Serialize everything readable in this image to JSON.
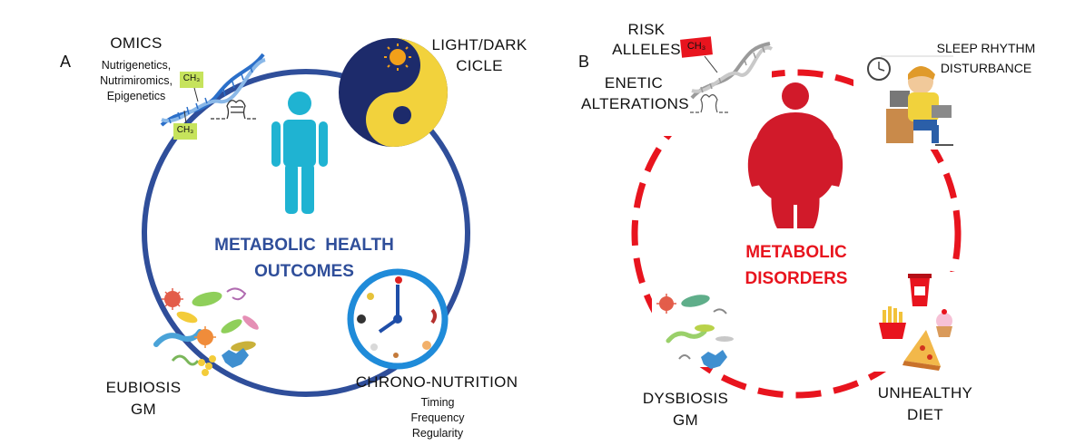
{
  "panel_a": {
    "letter": "A",
    "omics": {
      "title": "OMICS",
      "lines": [
        "Nutrigenetics,",
        "Nutrimiromics,",
        "Epigenetics"
      ]
    },
    "methyl_tag": "CH₃",
    "light_dark": [
      "LIGHT/DARK",
      "CICLE"
    ],
    "center": [
      "METABOLIC  HEALTH",
      "OUTCOMES"
    ],
    "eubiosis": [
      "EUBIOSIS",
      "GM"
    ],
    "chrono": {
      "title": "CHRONO-NUTRITION",
      "lines": [
        "Timing",
        "Frequency",
        "Regularity"
      ]
    },
    "colors": {
      "ring": "#2f4e9a",
      "person": "#1fb3d2",
      "title": "#2f4e9a"
    }
  },
  "panel_b": {
    "letter": "B",
    "risk": [
      "RISK",
      "ALLELES"
    ],
    "methyl_tag": "CH₃",
    "genetic": [
      "ENETIC",
      "ALTERATIONS"
    ],
    "sleep": [
      "SLEEP RHYTHM",
      "DISTURBANCE"
    ],
    "center": [
      "METABOLIC",
      "DISORDERS"
    ],
    "dysbiosis": [
      "DYSBIOSIS",
      "GM"
    ],
    "diet": [
      "UNHEALTHY",
      "DIET"
    ],
    "colors": {
      "ring": "#e8141e",
      "person": "#d11a2a",
      "title": "#e8141e"
    }
  }
}
